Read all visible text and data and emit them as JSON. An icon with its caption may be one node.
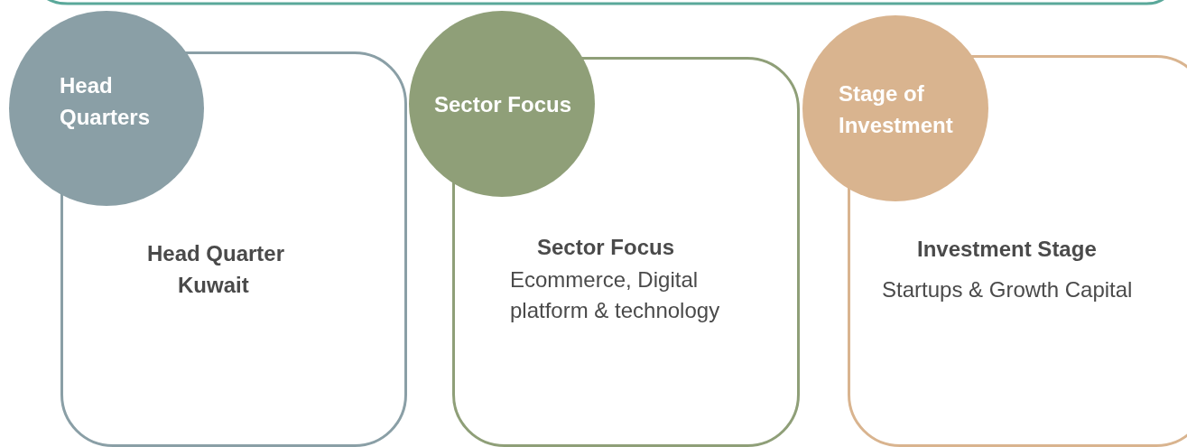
{
  "diagram": {
    "nodes": [
      {
        "text": [
          "Head Quarters"
        ]
      },
      {
        "text": [
          "Head Quarter",
          "Kuwait"
        ]
      },
      {
        "text": [
          "Sector Focus"
        ]
      },
      {
        "text": [
          "Sector Focus",
          "Ecommerce, Digital platform & technology"
        ]
      },
      {
        "text": [
          "Stage of Investment"
        ]
      },
      {
        "text": [
          "Investment Stage",
          "Startups & Growth Capital"
        ]
      }
    ],
    "edges": []
  }
}
